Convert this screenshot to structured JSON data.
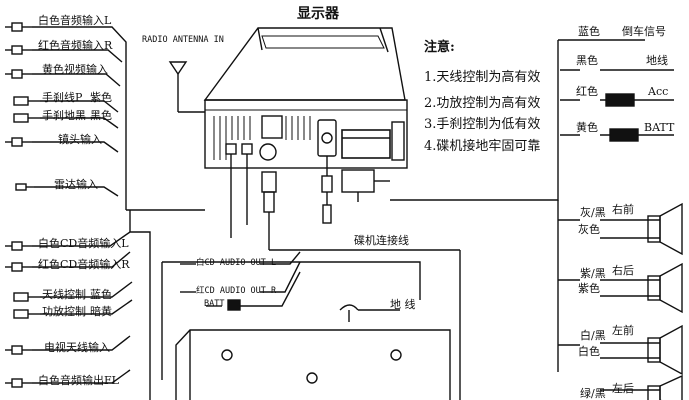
{
  "title": "显示器",
  "radio_antenna_in": "RADIO ANTENNA IN",
  "notes": {
    "heading": "注意:",
    "items": [
      "1.天线控制为高有效",
      "2.功放控制为高有效",
      "3.手刹控制为低有效",
      "4.碟机接地牢固可靠"
    ]
  },
  "left_labels": {
    "white_audio_in": "白色音频输入L",
    "red_audio_in": "红色音频输入R",
    "yellow_video_in": "黄色视频输入",
    "handbrake_p": "手刹线P",
    "purple": "紫色",
    "handbrake_gnd": "手刹地黑",
    "black": "黑色",
    "camera_in": "镜头输入",
    "radar_in": "雷达输入",
    "white_cd_audio": "白色CD音频输入L",
    "red_cd_audio": "红色CD音频输入R",
    "antenna_ctrl": "天线控制",
    "blue": "蓝色",
    "amp_ctrl": "功放控制",
    "dark_yellow": "暗黄",
    "tv_antenna_in": "电视天线输入",
    "white_audio_out": "白色音频输出FL"
  },
  "right_labels": {
    "blue_color": "蓝色",
    "reverse_signal": "倒车信号",
    "black_color": "黑色",
    "ground_wire": "地线",
    "red_color": "红色",
    "acc": "Acc",
    "yellow_color": "黄色",
    "batt": "BATT",
    "gray_black": "灰/黑",
    "right_front": "右前",
    "gray": "灰色",
    "purple_black": "紫/黑",
    "right_rear": "右后",
    "purple": "紫色",
    "white_black": "白/黑",
    "left_front": "左前",
    "white": "白色",
    "green_black": "绿/黑",
    "left_rear": "左后"
  },
  "cd_connection": "碟机连接线",
  "cd_audio_out_l": "白CD AUDIO OUT L",
  "cd_audio_out_r": "红CD AUDIO OUT R",
  "batt_small": "BATT",
  "ground_label": "地    线"
}
